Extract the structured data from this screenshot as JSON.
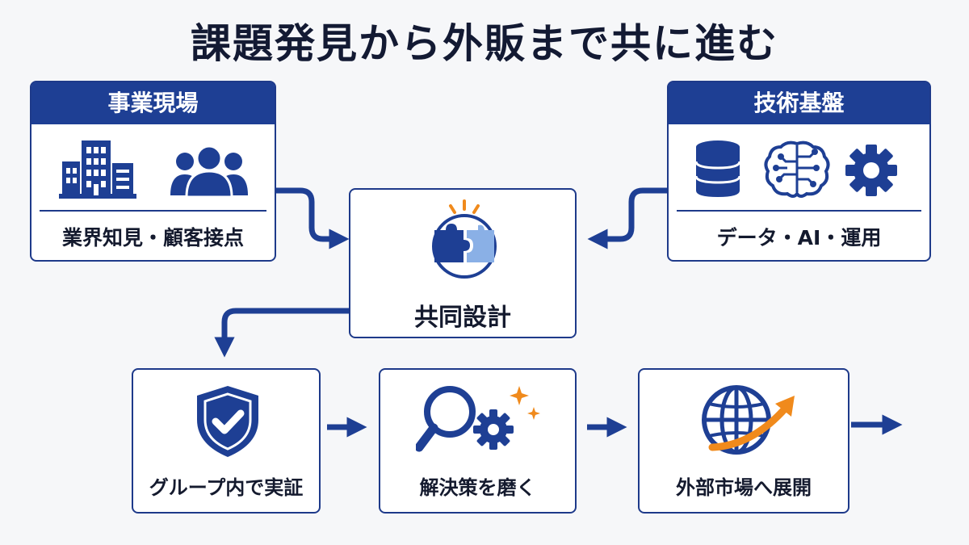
{
  "title": "課題発見から外販まで共に進む",
  "field": {
    "heading": "事業現場",
    "caption": "業界知見・顧客接点",
    "icons": [
      "building-icon",
      "people-icon"
    ]
  },
  "tech": {
    "heading": "技術基盤",
    "caption": "データ・AI・運用",
    "icons": [
      "database-icon",
      "ai-brain-icon",
      "gear-icon"
    ]
  },
  "center": {
    "caption": "共同設計",
    "icon": "puzzle-icon"
  },
  "steps": [
    {
      "caption": "グループ内で実証",
      "icon": "shield-check-icon"
    },
    {
      "caption": "解決策を磨く",
      "icon": "magnifier-gear-icon"
    },
    {
      "caption": "外部市場へ展開",
      "icon": "globe-growth-icon"
    }
  ],
  "colors": {
    "navy": "#1e3f94",
    "accent_blue": "#8ab0e6",
    "orange": "#f08a1c"
  }
}
